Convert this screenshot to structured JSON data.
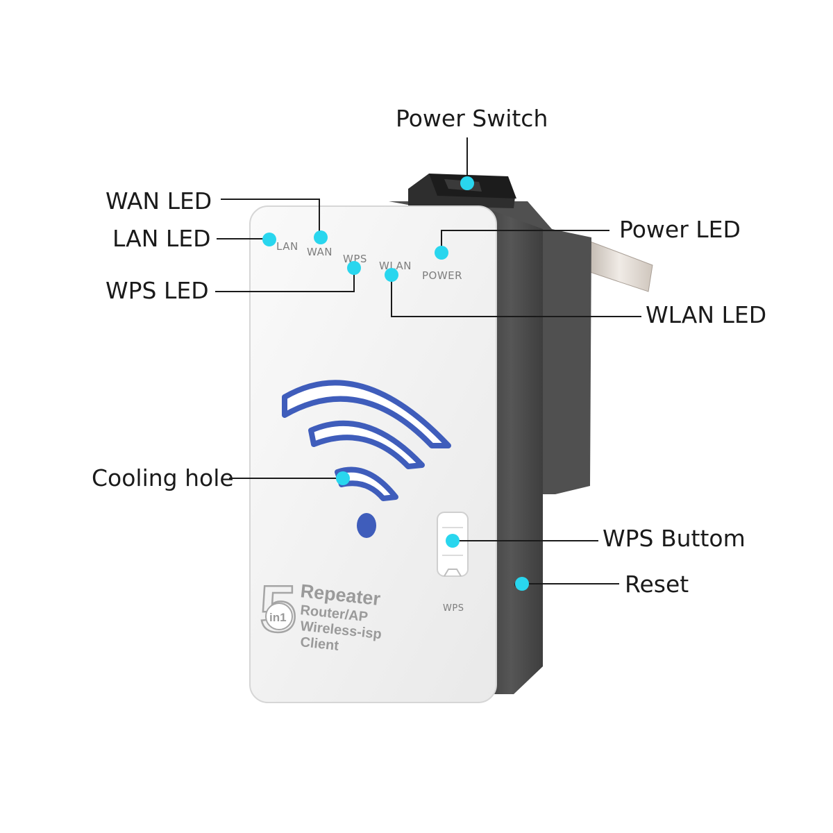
{
  "callouts": {
    "power_switch": "Power Switch",
    "wan_led": "WAN LED",
    "lan_led": "LAN LED",
    "power_led": "Power LED",
    "wps_led": "WPS LED",
    "wlan_led": "WLAN LED",
    "cooling_hole": "Cooling hole",
    "wps_button": "WPS Buttom",
    "reset": "Reset"
  },
  "device": {
    "led_labels": {
      "lan": "LAN",
      "wan": "WAN",
      "wps": "WPS",
      "wlan": "WLAN",
      "power": "POWER"
    },
    "wps_button_label": "WPS",
    "logo": {
      "number": "5",
      "badge": "in1",
      "lines": [
        "Repeater",
        "Router/AP",
        "Wireless-isp",
        "Client"
      ]
    }
  },
  "colors": {
    "dot": "#29d6ee",
    "wifi_blue": "#3f5dbb",
    "body_front": "#f4f4f4",
    "body_side": "#4a4a4a"
  }
}
